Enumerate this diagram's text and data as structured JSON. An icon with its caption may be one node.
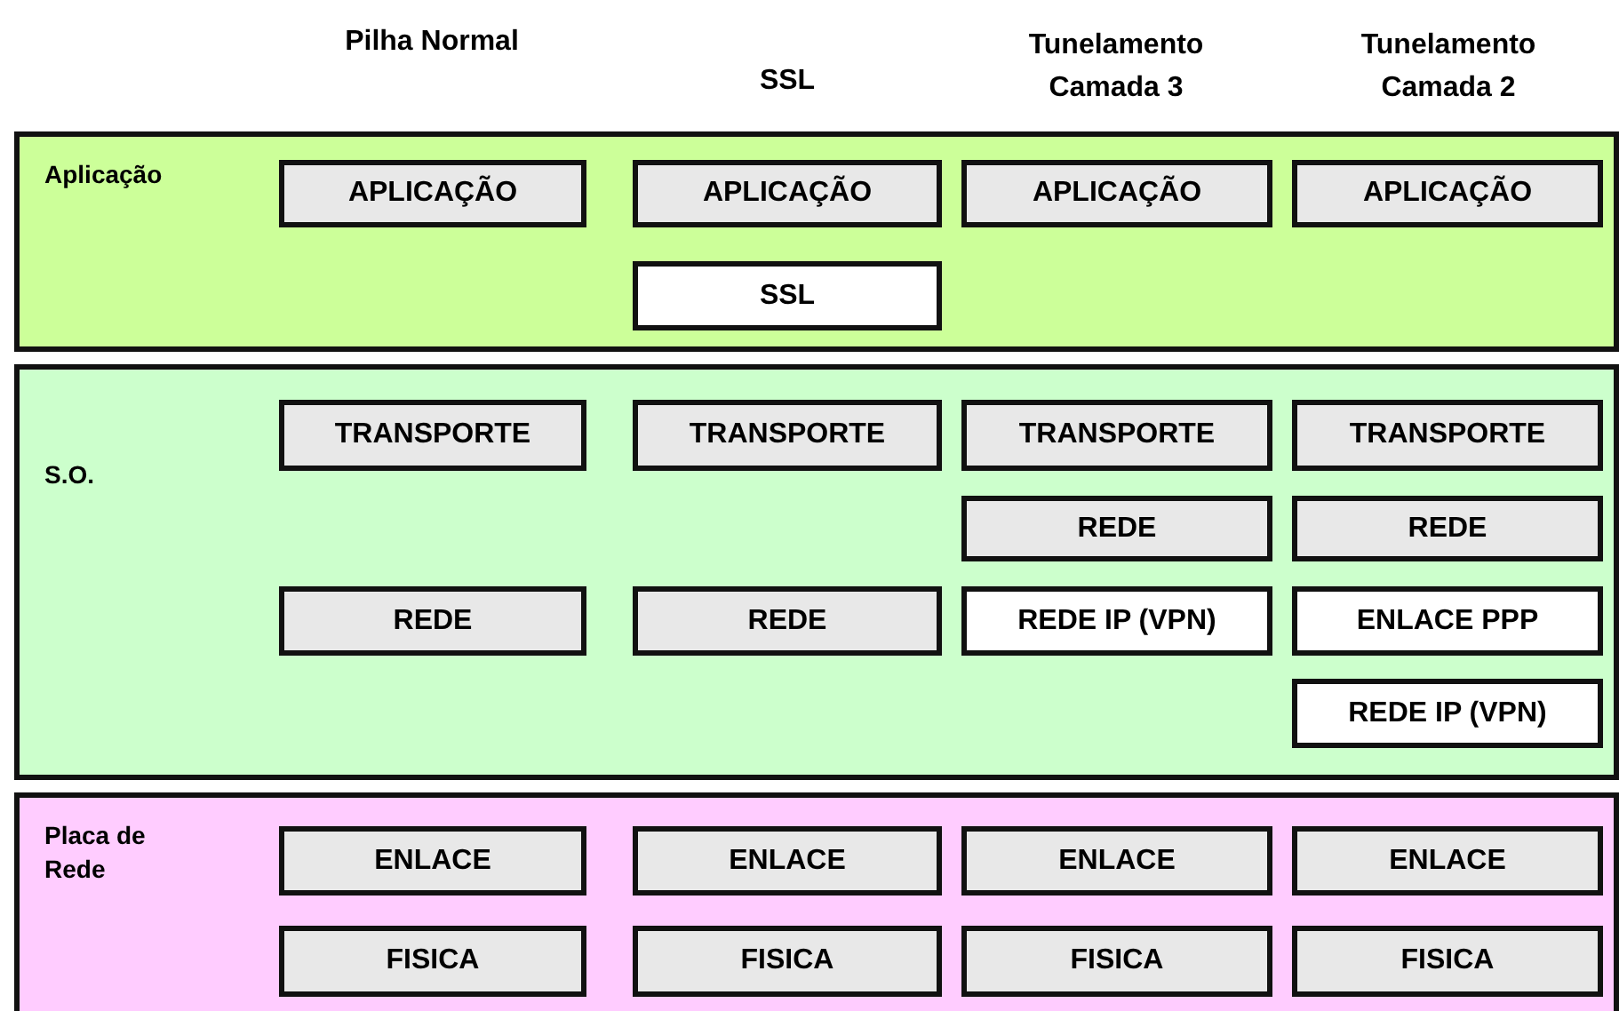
{
  "diagram": {
    "nodes": [
      {
        "text": [
          "Aplicação"
        ]
      },
      {
        "text": [
          "APLICAÇÃO"
        ],
        "in": 0
      },
      {
        "text": [
          "APLICAÇÃO"
        ],
        "in": 0
      },
      {
        "text": [
          "APLICAÇÃO"
        ],
        "in": 0
      },
      {
        "text": [
          "APLICAÇÃO"
        ],
        "in": 0
      },
      {
        "text": [
          "SSL"
        ],
        "in": 0
      },
      {
        "text": [
          "S.O."
        ]
      },
      {
        "text": [
          "TRANSPORTE"
        ],
        "in": 6
      },
      {
        "text": [
          "TRANSPORTE"
        ],
        "in": 6
      },
      {
        "text": [
          "TRANSPORTE"
        ],
        "in": 6
      },
      {
        "text": [
          "TRANSPORTE"
        ],
        "in": 6
      },
      {
        "text": [
          "REDE"
        ],
        "in": 6
      },
      {
        "text": [
          "REDE"
        ],
        "in": 6
      },
      {
        "text": [
          "REDE"
        ],
        "in": 6
      },
      {
        "text": [
          "REDE"
        ],
        "in": 6
      },
      {
        "text": [
          "REDE IP (VPN)"
        ],
        "in": 6
      },
      {
        "text": [
          "ENLACE PPP"
        ],
        "in": 6
      },
      {
        "text": [
          "REDE IP (VPN)"
        ],
        "in": 6
      },
      {
        "text": [
          "Placa de Rede"
        ]
      },
      {
        "text": [
          "ENLACE"
        ],
        "in": 18
      },
      {
        "text": [
          "ENLACE"
        ],
        "in": 18
      },
      {
        "text": [
          "ENLACE"
        ],
        "in": 18
      },
      {
        "text": [
          "ENLACE"
        ],
        "in": 18
      },
      {
        "text": [
          "FISICA"
        ],
        "in": 18
      },
      {
        "text": [
          "FISICA"
        ],
        "in": 18
      },
      {
        "text": [
          "FISICA"
        ],
        "in": 18
      },
      {
        "text": [
          "FISICA"
        ],
        "in": 18
      }
    ],
    "edges": [],
    "labels": [
      "Pilha Normal",
      "SSL",
      "Tunelamento Camada 3",
      "Tunelamento Camada 2"
    ]
  }
}
